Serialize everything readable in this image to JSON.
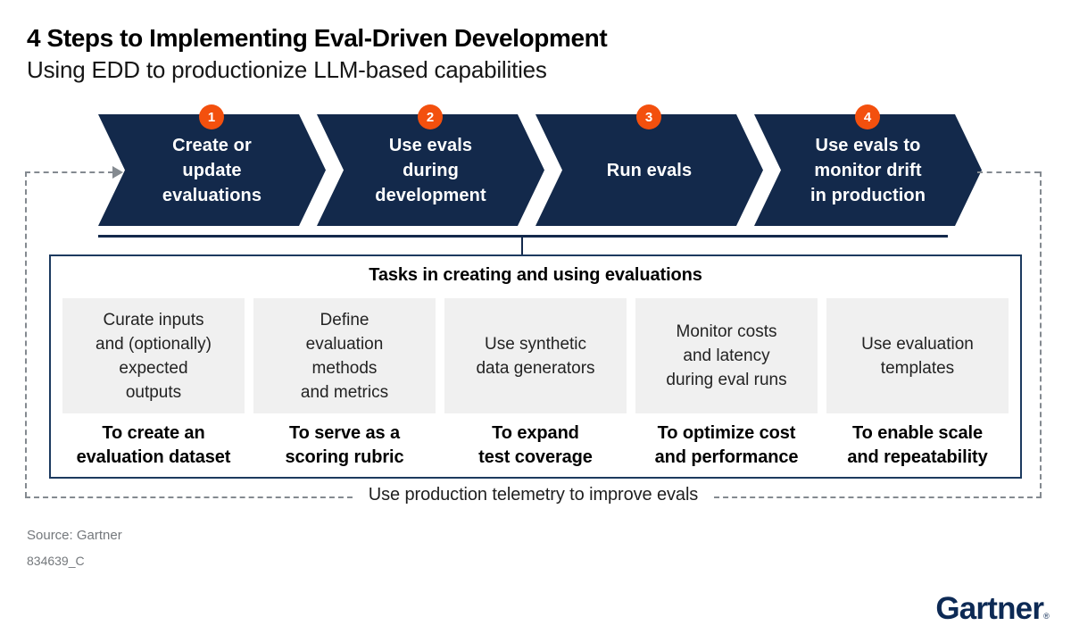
{
  "header": {
    "title": "4 Steps to Implementing Eval-Driven Development",
    "subtitle": "Using EDD to productionize LLM-based capabilities"
  },
  "steps": [
    {
      "number": "1",
      "label": "Create or\nupdate\nevaluations"
    },
    {
      "number": "2",
      "label": "Use evals\nduring\ndevelopment"
    },
    {
      "number": "3",
      "label": "Run evals"
    },
    {
      "number": "4",
      "label": "Use evals to\nmonitor drift\nin production"
    }
  ],
  "tasks": {
    "title": "Tasks in creating and using evaluations",
    "items": [
      {
        "task": "Curate inputs\nand (optionally)\nexpected\noutputs",
        "purpose": "To create an\nevaluation dataset"
      },
      {
        "task": "Define\nevaluation\nmethods\nand metrics",
        "purpose": "To serve as a\nscoring rubric"
      },
      {
        "task": "Use synthetic\ndata generators",
        "purpose": "To expand\ntest coverage"
      },
      {
        "task": "Monitor costs\nand latency\nduring eval runs",
        "purpose": "To optimize cost\nand performance"
      },
      {
        "task": "Use evaluation\ntemplates",
        "purpose": "To enable scale\nand repeatability"
      }
    ]
  },
  "feedback_loop": {
    "label": "Use production telemetry to improve evals"
  },
  "footer": {
    "source": "Source: Gartner",
    "document_id": "834639_C"
  },
  "logo": {
    "text": "Gartner",
    "registered_mark": "®"
  },
  "colors": {
    "navy": "#13294b",
    "orange": "#f3500e",
    "cell_gray": "#f0f0f0",
    "dash_gray": "#848a90",
    "logo_navy": "#0d2a55"
  }
}
